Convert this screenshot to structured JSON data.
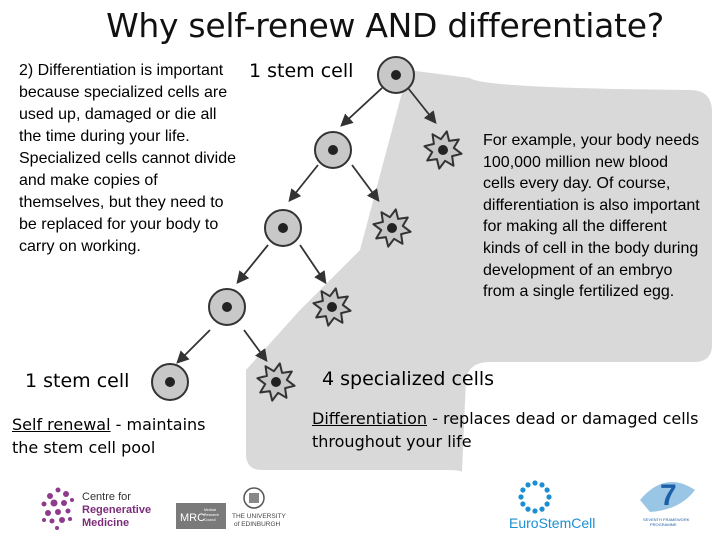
{
  "title": "Why self-renew AND differentiate?",
  "left_text": "2)  Differentiation is important because specialized cells are used up, damaged or die all the time during your life. Specialized cells cannot divide and make copies of themselves, but they need to be replaced for your body to carry on working.",
  "top_stem_label": "1 stem cell",
  "right_text": "For example, your body needs 100,000 million new blood cells every day. Of course, differentiation is also important for making all the different kinds of cell in the body during development of an embryo from a single fertilized egg.",
  "bottom_stem_label": "1 stem cell",
  "specialized_label": "4 specialized cells",
  "self_renewal": {
    "term": "Self renewal",
    "rest": " - maintains the stem cell pool"
  },
  "differentiation": {
    "term": "Differentiation",
    "rest": " - replaces dead or damaged cells throughout your life"
  },
  "logos": {
    "crm": [
      "Centre for",
      "Regenerative",
      "Medicine"
    ],
    "mrc": "MRC",
    "mrc_sub": [
      "Medical",
      "Research",
      "Council"
    ],
    "edinburgh": [
      "THE UNIVERSITY",
      "of EDINBURGH"
    ],
    "eurostemcell": "EuroStemCell",
    "fp7": "7",
    "fp7_sub": [
      "SEVENTH FRAMEWORK",
      "PROGRAMME"
    ]
  },
  "colors": {
    "grey_region": "#d9d9d9",
    "cell_fill": "#c8c8c8",
    "arrow": "#333333",
    "crm_purple": "#7b2d7a",
    "eurostemcell_blue": "#1b8fd2"
  }
}
